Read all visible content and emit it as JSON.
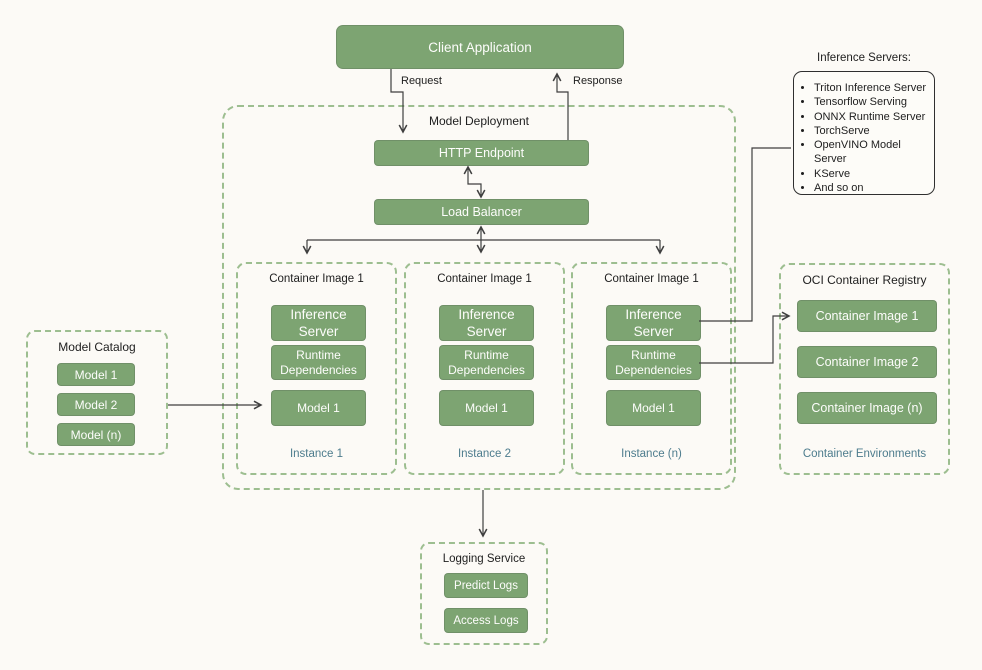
{
  "client_application": {
    "label": "Client Application"
  },
  "flow_labels": {
    "request": "Request",
    "response": "Response"
  },
  "model_deployment": {
    "title": "Model Deployment",
    "http_endpoint": "HTTP Endpoint",
    "load_balancer": "Load Balancer",
    "instances": [
      {
        "title": "Container Image 1",
        "inference_server": "Inference Server",
        "runtime_dependencies": "Runtime Dependencies",
        "model": "Model 1",
        "instance_label": "Instance 1"
      },
      {
        "title": "Container Image 1",
        "inference_server": "Inference Server",
        "runtime_dependencies": "Runtime Dependencies",
        "model": "Model 1",
        "instance_label": "Instance 2"
      },
      {
        "title": "Container Image 1",
        "inference_server": "Inference Server",
        "runtime_dependencies": "Runtime Dependencies",
        "model": "Model 1",
        "instance_label": "Instance (n)"
      }
    ]
  },
  "model_catalog": {
    "title": "Model Catalog",
    "models": [
      "Model 1",
      "Model 2",
      "Model (n)"
    ]
  },
  "inference_servers": {
    "title": "Inference Servers:",
    "items": [
      "Triton Inference Server",
      "Tensorflow Serving",
      "ONNX Runtime Server",
      "TorchServe",
      "OpenVINO Model Server",
      "KServe",
      "And so on"
    ]
  },
  "oci_registry": {
    "title": "OCI Container Registry",
    "images": [
      "Container Image 1",
      "Container Image 2",
      "Container Image (n)"
    ],
    "footer": "Container Environments"
  },
  "logging_service": {
    "title": "Logging Service",
    "boxes": [
      "Predict Logs",
      "Access Logs"
    ]
  },
  "colors": {
    "box_fill_green": "#7DA472",
    "dashed_border_green": "#9DBE90",
    "instance_text_teal": "#4D7C8D",
    "connector_gray": "#3F3F3F",
    "background": "#FCFAF6",
    "legend_border": "#2F2F2F",
    "box_text": "#FDFDFB"
  }
}
